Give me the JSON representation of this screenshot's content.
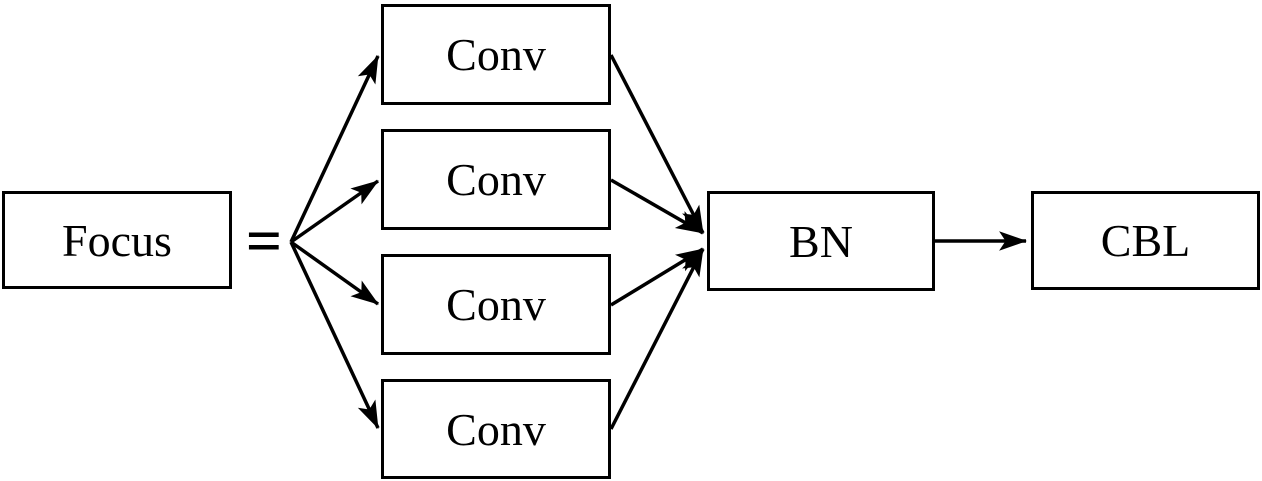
{
  "diagram": {
    "type": "flow-diagram",
    "description_source": "module structure figure",
    "colors": {
      "background": "#ffffff",
      "stroke": "#000000",
      "text": "#000000"
    },
    "operator": "=",
    "nodes": {
      "focus": {
        "id": "focus",
        "label": "Focus"
      },
      "conv1": {
        "id": "conv-1",
        "label": "Conv"
      },
      "conv2": {
        "id": "conv-2",
        "label": "Conv"
      },
      "conv3": {
        "id": "conv-3",
        "label": "Conv"
      },
      "conv4": {
        "id": "conv-4",
        "label": "Conv"
      },
      "bn": {
        "id": "bn",
        "label": "BN"
      },
      "cbl": {
        "id": "cbl",
        "label": "CBL"
      }
    },
    "edges": [
      {
        "from": "split-point",
        "to": "conv-1",
        "arrow": true
      },
      {
        "from": "split-point",
        "to": "conv-2",
        "arrow": true
      },
      {
        "from": "split-point",
        "to": "conv-3",
        "arrow": true
      },
      {
        "from": "split-point",
        "to": "conv-4",
        "arrow": true
      },
      {
        "from": "conv-1",
        "to": "bn",
        "arrow": true
      },
      {
        "from": "conv-2",
        "to": "bn",
        "arrow": true
      },
      {
        "from": "conv-3",
        "to": "bn",
        "arrow": true
      },
      {
        "from": "conv-4",
        "to": "bn",
        "arrow": true
      },
      {
        "from": "bn",
        "to": "cbl",
        "arrow": true
      }
    ]
  }
}
